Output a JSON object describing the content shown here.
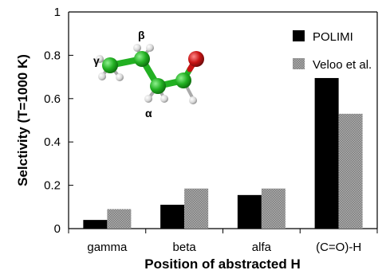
{
  "chart_data": {
    "type": "bar",
    "categories": [
      "gamma",
      "beta",
      "alfa",
      "(C=O)-H"
    ],
    "series": [
      {
        "name": "POLIMI",
        "color": "#000000",
        "values": [
          0.04,
          0.11,
          0.155,
          0.695
        ]
      },
      {
        "name": "Veloo et al.",
        "color": "#8c8c8c",
        "values": [
          0.09,
          0.185,
          0.185,
          0.53
        ]
      }
    ],
    "title": "",
    "xlabel": "Position of abstracted H",
    "ylabel": "Selctivity (T=1000 K)",
    "ylim": [
      0,
      1
    ],
    "yticks": [
      "0",
      "0.2",
      "0.4",
      "0.6",
      "0.8",
      "1"
    ],
    "grid": false,
    "legend_position": "top-right"
  },
  "molecule": {
    "labels": {
      "gamma": "γ",
      "beta": "β",
      "alpha": "α"
    },
    "carbon_color": "#22b022",
    "oxygen_color": "#c81414",
    "hydrogen_color": "#d9d9d9"
  }
}
